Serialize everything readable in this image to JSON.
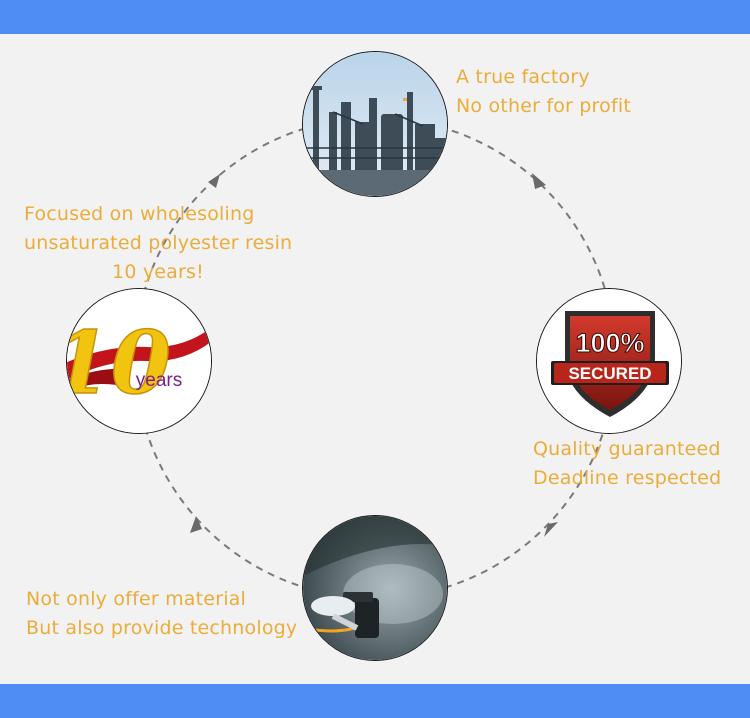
{
  "colors": {
    "band": "#4f8cf3",
    "background": "#f2f2f2",
    "caption": "#ebac3a",
    "dashed": "#7a7a7a"
  },
  "nodes": {
    "factory": {
      "icon": "factory-photo",
      "lines": [
        "A true factory",
        "No other for profit"
      ]
    },
    "secured": {
      "icon": "secured-shield-badge",
      "badge_percent": "100%",
      "badge_word": "SECURED",
      "lines": [
        "Quality guaranteed",
        "Deadline respected"
      ]
    },
    "spray": {
      "icon": "spray-gun-photo",
      "lines": [
        "Not only offer material",
        "But also provide technology"
      ]
    },
    "years": {
      "icon": "ten-years-logo",
      "logo_number": "10",
      "logo_word": "years",
      "lines": [
        "Focused on wholesoling",
        "unsaturated polyester resin",
        "10 years!"
      ]
    }
  }
}
